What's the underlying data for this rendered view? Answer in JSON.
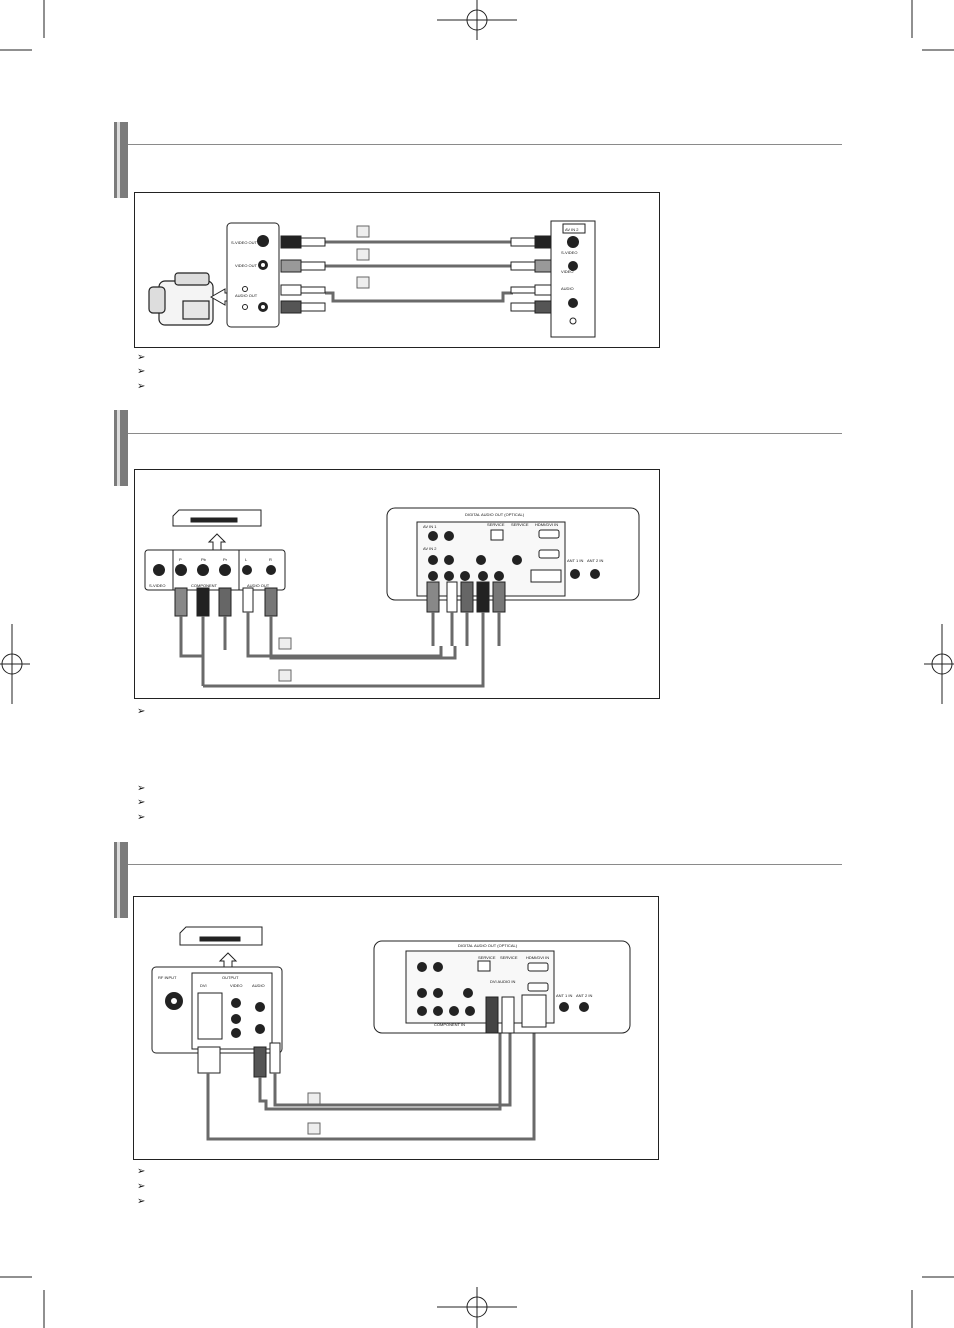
{
  "camcorder_diagram": {
    "camcorder_jacks": [
      "S-VIDEO OUT",
      "VIDEO OUT",
      "AUDIO OUT"
    ],
    "tv_panel_title": "AV IN 2",
    "tv_jacks": [
      "S-VIDEO",
      "VIDEO",
      "AUDIO"
    ]
  },
  "dvd_diagram": {
    "dvd_jacks": [
      "P",
      "Pb",
      "Pr",
      "L",
      "R"
    ],
    "dvd_group_labels": [
      "S-VIDEO",
      "COMPONENT",
      "AUDIO OUT"
    ],
    "tv_labels": [
      "DIGITAL AUDIO OUT (OPTICAL)",
      "SERVICE",
      "SERVICE",
      "HDMI/DVI IN",
      "AV IN 1",
      "AV IN 2",
      "ANT 1 IN",
      "ANT 2 IN"
    ]
  },
  "dtv_diagram": {
    "settop_labels": [
      "RF INPUT",
      "OUTPUT",
      "DVI",
      "VIDEO",
      "AUDIO"
    ],
    "tv_labels": [
      "DIGITAL AUDIO OUT (OPTICAL)",
      "SERVICE",
      "SERVICE",
      "HDMI/DVI IN",
      "DVI AUDIO IN",
      "ANT 1 IN",
      "ANT 2 IN",
      "COMPONENT IN"
    ]
  },
  "colors": {
    "bar": "#7b7b7b",
    "rule": "#8a8a8a",
    "cable": "#6a6a6a"
  }
}
